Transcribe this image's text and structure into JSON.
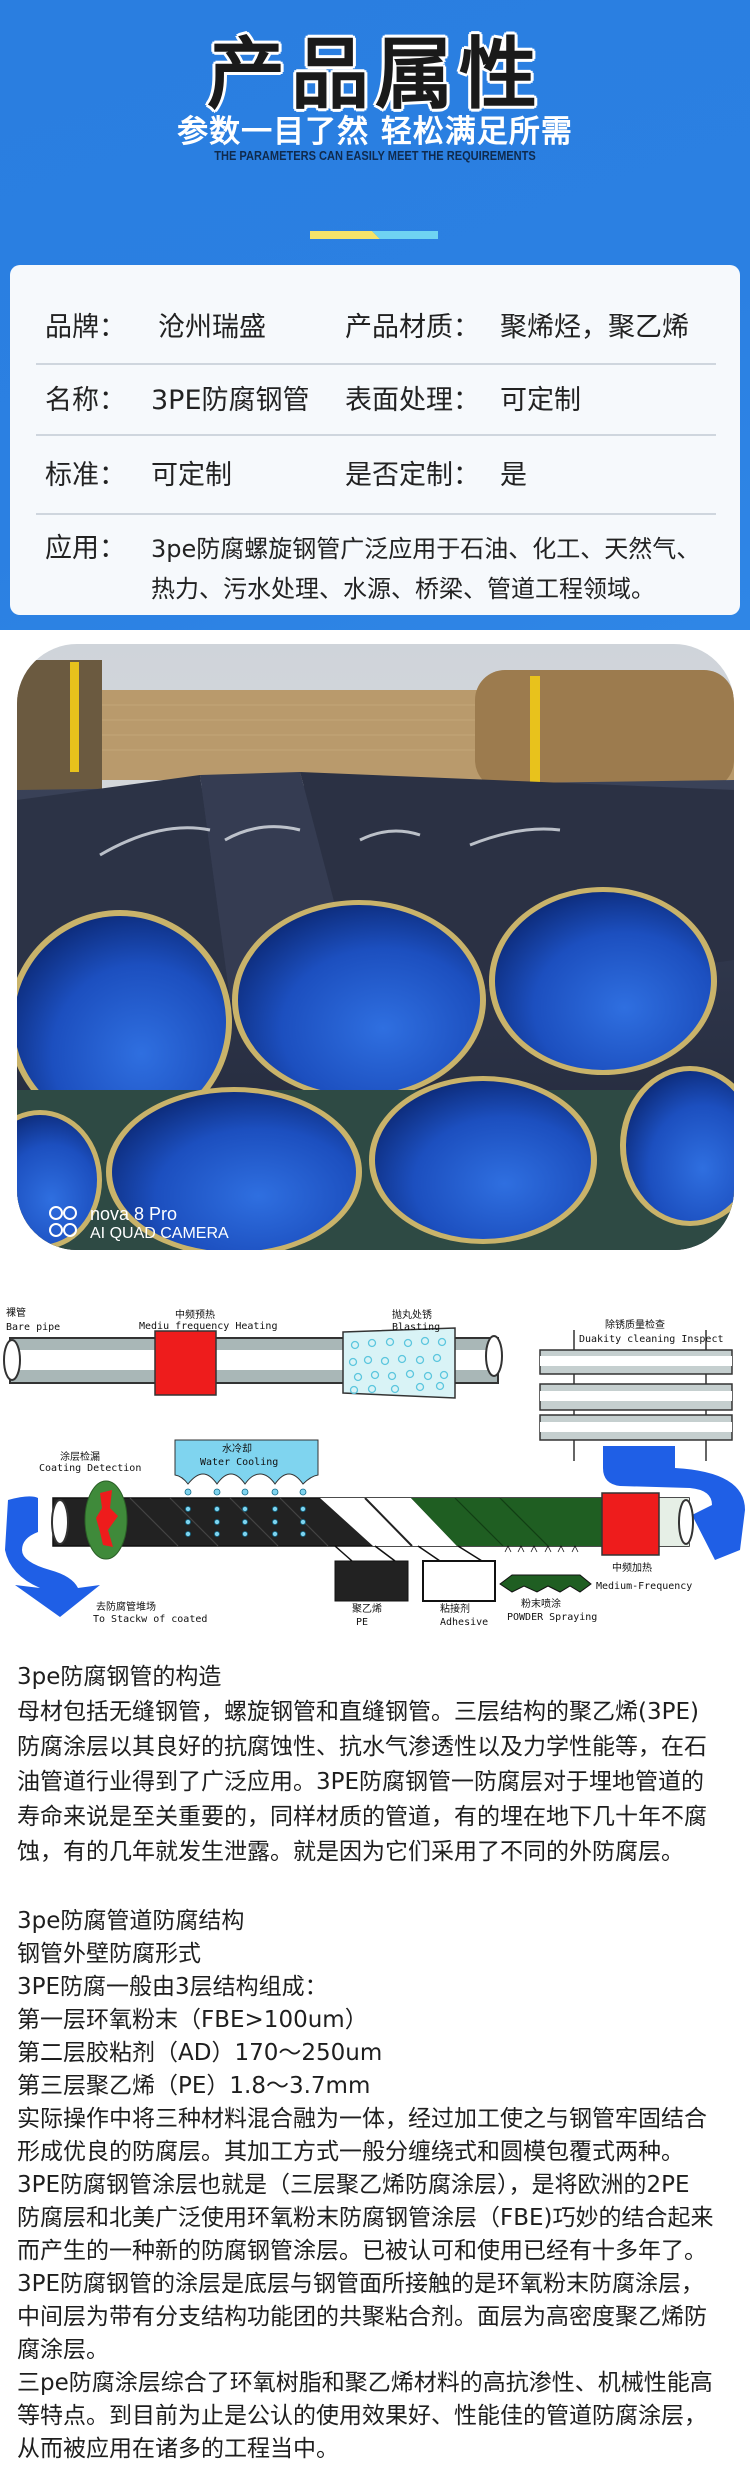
{
  "header": {
    "title": "产品属性",
    "subtitle": "参数一目了然 轻松满足所需",
    "subtitle_en": "THE PARAMETERS CAN EASILY MEET THE REQUIREMENTS",
    "bg_color": "#2a7ee0"
  },
  "attributes": {
    "brand_label": "品牌：",
    "brand_value": "沧州瑞盛",
    "material_label": "产品材质：",
    "material_value": "聚烯烃，聚乙烯",
    "name_label": "名称：",
    "name_value": "3PE防腐钢管",
    "surface_label": "表面处理：",
    "surface_value": "可定制",
    "standard_label": "标准：",
    "standard_value": "可定制",
    "custom_label": "是否定制：",
    "custom_value": "是",
    "application_label": "应用：",
    "application_lines": [
      "3pe防腐螺旋钢管广泛应用于石油、化工、天然气、",
      "热力、污水处理、水源、桥梁、管道工程领域。"
    ]
  },
  "photo": {
    "watermark_line1": "nova 8 Pro",
    "watermark_line2": "AI QUAD CAMERA"
  },
  "diagram": {
    "bare_pipe_cn": "裸管",
    "bare_pipe_en": "Bare pipe",
    "preheat_cn": "中频预热",
    "preheat_en": "Mediu  frequency Heating",
    "blasting_cn": "抛丸处锈",
    "blasting_en": "Blasting",
    "inspect_cn": "除锈质量检查",
    "inspect_en": "Duakity cleaning Inspect",
    "cooling_cn": "水冷却",
    "cooling_en": "Water Cooling",
    "detection_cn": "涂层检漏",
    "detection_en": "Coating Detection",
    "stack_cn": "去防腐管堆场",
    "stack_en": "To Stackw of coated",
    "pe_cn": "聚乙烯",
    "pe_en": "PE",
    "adhesive_cn": "粘接剂",
    "adhesive_en": "Adhesive",
    "powder_cn": "粉末喷涂",
    "powder_en": "POWDER Spraying",
    "heating_cn": "中频加热",
    "heating_en": "Medium-Frequency"
  },
  "article": {
    "para1": [
      "3pe防腐钢管的构造",
      "母材包括无缝钢管，螺旋钢管和直缝钢管。三层结构的聚乙烯(3PE)",
      "防腐涂层以其良好的抗腐蚀性、抗水气渗透性以及力学性能等，在石",
      "油管道行业得到了广泛应用。3PE防腐钢管一防腐层对于埋地管道的",
      "寿命来说是至关重要的，同样材质的管道，有的埋在地下几十年不腐",
      "蚀，有的几年就发生泄露。就是因为它们采用了不同的外防腐层。"
    ],
    "para2": [
      "3pe防腐管道防腐结构",
      "钢管外壁防腐形式",
      "3PE防腐一般由3层结构组成：",
      "第一层环氧粉末（FBE>100um）",
      "第二层胶粘剂（AD）170～250um",
      "第三层聚乙烯（PE）1.8～3.7mm",
      "实际操作中将三种材料混合融为一体，经过加工使之与钢管牢固结合",
      "形成优良的防腐层。其加工方式一般分缠绕式和圆模包覆式两种。",
      "3PE防腐钢管涂层也就是（三层聚乙烯防腐涂层），是将欧洲的2PE",
      "防腐层和北美广泛使用环氧粉末防腐钢管涂层（FBE)巧妙的结合起来",
      "而产生的一种新的防腐钢管涂层。已被认可和使用已经有十多年了。",
      "3PE防腐钢管的涂层是底层与钢管面所接触的是环氧粉末防腐涂层，",
      "中间层为带有分支结构功能团的共聚粘合剂。面层为高密度聚乙烯防",
      "腐涂层。",
      "三pe防腐涂层综合了环氧树脂和聚乙烯材料的高抗渗性、机械性能高",
      "等特点。到目前为止是公认的使用效果好、性能佳的管道防腐涂层，",
      "从而被应用在诸多的工程当中。"
    ]
  }
}
